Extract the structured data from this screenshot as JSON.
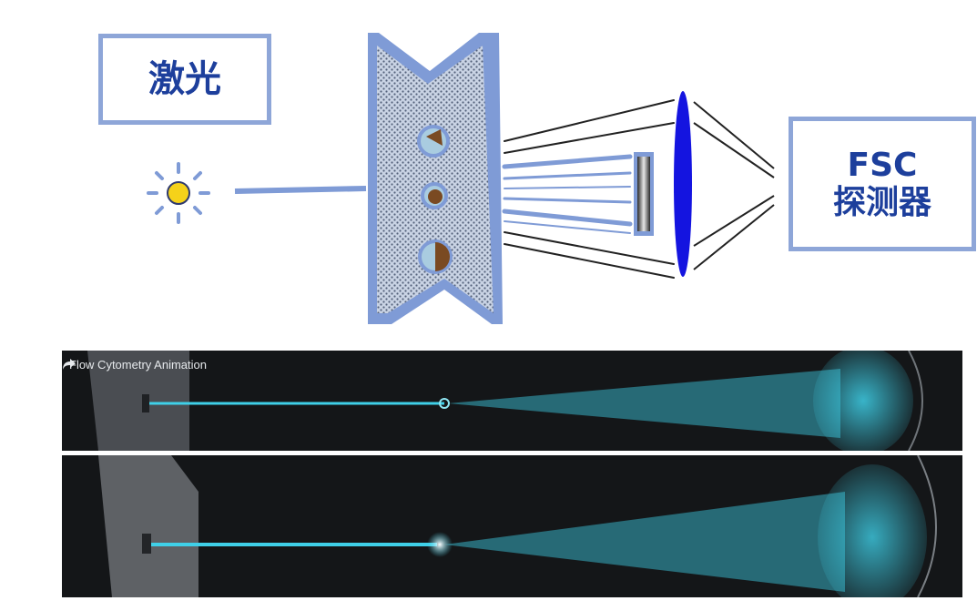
{
  "diagram": {
    "laser_label": "激光",
    "detector_label_line1": "FSC",
    "detector_label_line2": "探测器"
  },
  "video": {
    "title": "Flow Cytometry Animation"
  },
  "colors": {
    "box_border": "#8ea6d8",
    "label_text": "#1d3f9c",
    "beam": "#7f9bd6",
    "lens": "#1414e0",
    "laser_source": "#f5d21a",
    "video_beam": "#3fd0e8"
  },
  "icons": [
    "sun-laser-source-icon",
    "share-icon"
  ]
}
